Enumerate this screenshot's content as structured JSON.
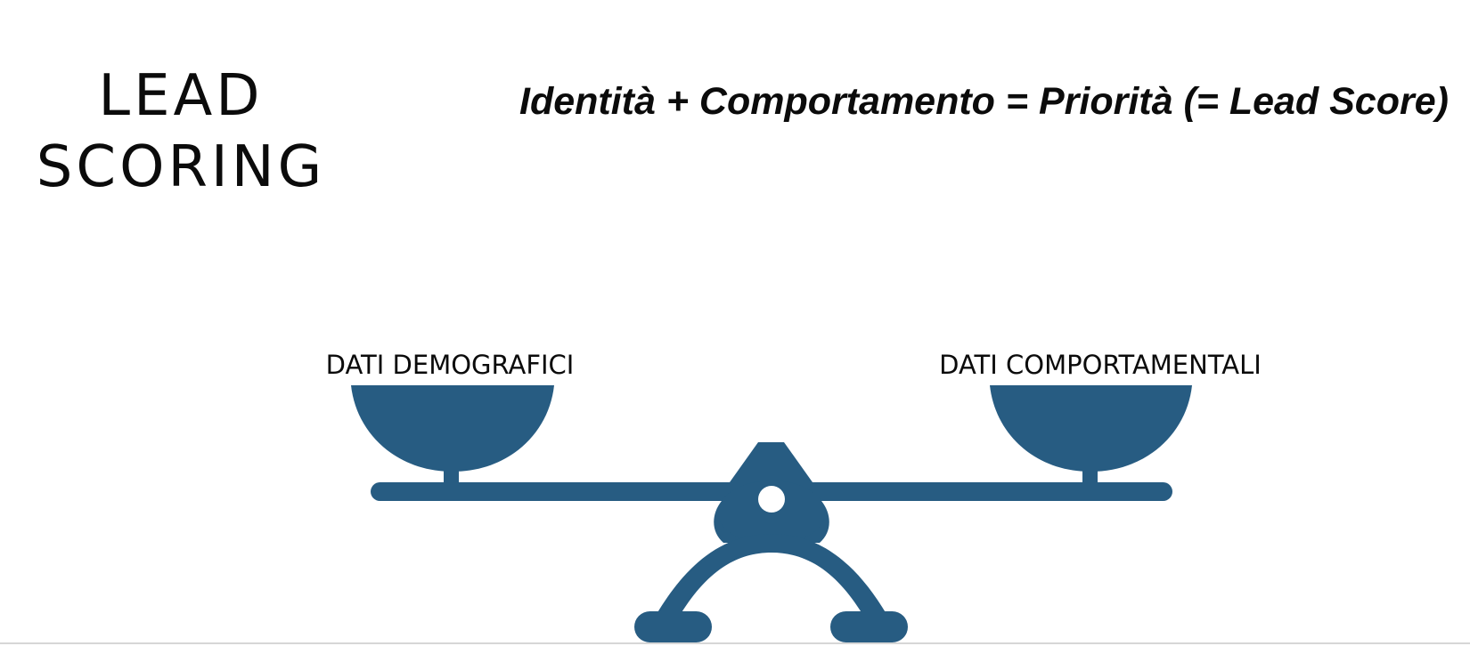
{
  "title": {
    "line1": "LEAD",
    "line2": "SCORING"
  },
  "formula": "Identità + Comportamento = Priorità (= Lead Score)",
  "scale": {
    "left_label": "DATI DEMOGRAFICI",
    "right_label": "DATI COMPORTAMENTALI",
    "color": "#275c82",
    "icon": "balance-scale-icon"
  }
}
